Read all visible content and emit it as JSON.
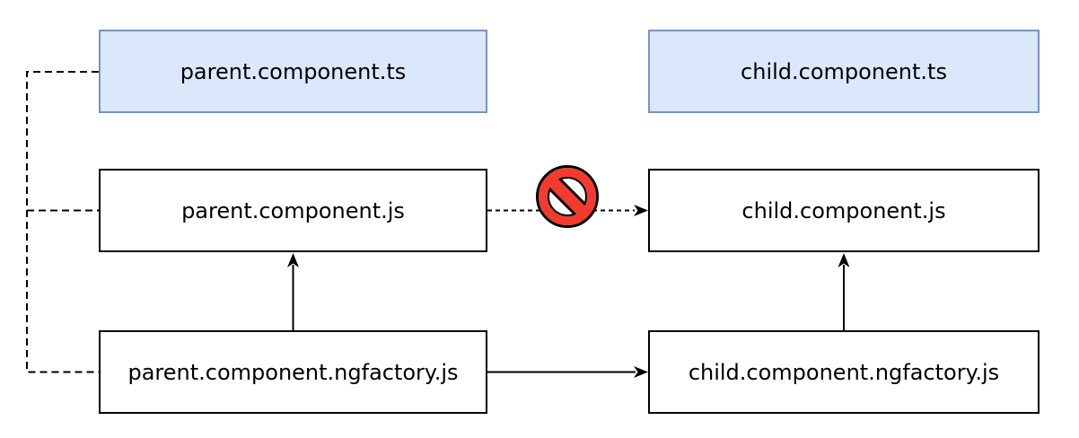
{
  "diagram": {
    "nodes": {
      "parent_ts": {
        "label": "parent.component.ts",
        "kind": "source"
      },
      "child_ts": {
        "label": "child.component.ts",
        "kind": "source"
      },
      "parent_js": {
        "label": "parent.component.js",
        "kind": "compiled"
      },
      "child_js": {
        "label": "child.component.js",
        "kind": "compiled"
      },
      "parent_ngfactory": {
        "label": "parent.component.ngfactory.js",
        "kind": "compiled"
      },
      "child_ngfactory": {
        "label": "child.component.ngfactory.js",
        "kind": "compiled"
      }
    },
    "edges": [
      {
        "id": "blocked-import",
        "from": "parent.component.js",
        "to": "child.component.js",
        "style": "dashed-arrow",
        "blocked": true
      },
      {
        "id": "parent-factory-to-parent-js",
        "from": "parent.component.ngfactory.js",
        "to": "parent.component.js",
        "style": "solid-arrow"
      },
      {
        "id": "child-factory-to-child-js",
        "from": "child.component.ngfactory.js",
        "to": "child.component.js",
        "style": "solid-arrow"
      },
      {
        "id": "parent-factory-to-child-factory",
        "from": "parent.component.ngfactory.js",
        "to": "child.component.ngfactory.js",
        "style": "solid-arrow"
      },
      {
        "id": "parent-files-bracket",
        "connects": [
          "parent.component.ts",
          "parent.component.js",
          "parent.component.ngfactory.js"
        ],
        "style": "dashed-bracket"
      }
    ],
    "colors": {
      "source_fill": "#dbe8fb",
      "source_border": "#7494c8",
      "compiled_fill": "#ffffff",
      "line": "#000000",
      "no_sign_red": "#f23b2e",
      "background": "#ffffff"
    },
    "icons": {
      "no_entry": "no-entry-icon"
    }
  }
}
